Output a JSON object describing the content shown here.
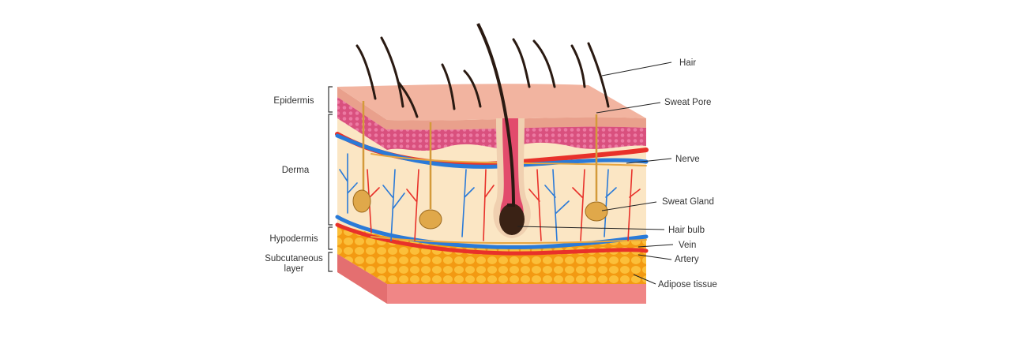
{
  "left_labels": {
    "epidermis": "Epidermis",
    "derma": "Derma",
    "hypodermis": "Hypodermis",
    "subcutaneous_line1": "Subcutaneous",
    "subcutaneous_line2": "layer"
  },
  "right_labels": {
    "hair": "Hair",
    "sweat_pore": "Sweat Pore",
    "nerve": "Nerve",
    "sweat_gland": "Sweat Gland",
    "hair_bulb": "Hair bulb",
    "vein": "Vein",
    "artery": "Artery",
    "adipose_tissue": "Adipose tissue"
  },
  "colors": {
    "epidermis": "#f2b4a0",
    "honeycomb": "#d9507e",
    "dermis": "#fbe6c4",
    "fat": "#f7a21b",
    "bottom": "#f08686",
    "vein": "#2a7ad8",
    "artery": "#e8312a",
    "nerve": "#e8a640",
    "hair": "#2a1a12"
  }
}
